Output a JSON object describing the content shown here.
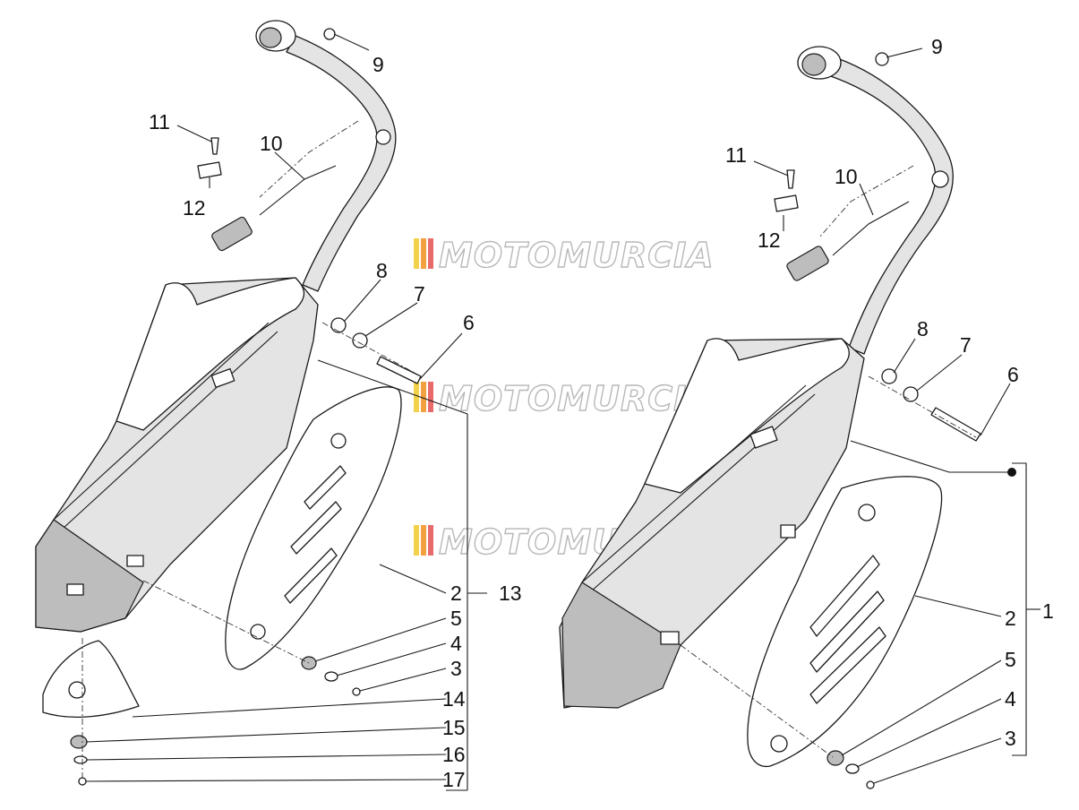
{
  "diagram": {
    "watermark": "MOTOMURCIA",
    "left_assembly": {
      "callouts": [
        "9",
        "11",
        "10",
        "12",
        "8",
        "7",
        "6",
        "2",
        "13",
        "5",
        "4",
        "3",
        "14",
        "15",
        "16",
        "17"
      ]
    },
    "right_assembly": {
      "callouts": [
        "9",
        "11",
        "10",
        "12",
        "8",
        "7",
        "6",
        "2",
        "1",
        "5",
        "4",
        "3"
      ]
    }
  }
}
